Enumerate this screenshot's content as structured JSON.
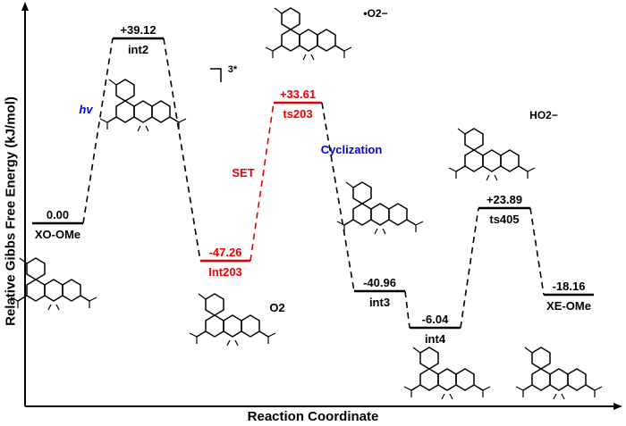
{
  "axes": {
    "y_label": "Relative Gibbs Free Energy (kJ/mol)",
    "x_label": "Reaction Coordinate"
  },
  "colors": {
    "ground": "#000000",
    "set_path": "#e00000",
    "annotation_blue": "#0000e0"
  },
  "levels": [
    {
      "name": "XO-OMe",
      "value": "0.00",
      "color": "#000000"
    },
    {
      "name": "int2",
      "value": "+39.12",
      "color": "#000000"
    },
    {
      "name": "Int203",
      "value": "-47.26",
      "color": "#e00000"
    },
    {
      "name": "ts203",
      "value": "+33.61",
      "color": "#e00000"
    },
    {
      "name": "int3",
      "value": "-40.96",
      "color": "#000000"
    },
    {
      "name": "int4",
      "value": "-6.04",
      "color": "#000000"
    },
    {
      "name": "ts405",
      "value": "+23.89",
      "color": "#000000"
    },
    {
      "name": "XE-OMe",
      "value": "-18.16",
      "color": "#000000"
    }
  ],
  "annotations": {
    "hv": "hv",
    "set": "SET",
    "cyclization": "Cyclization",
    "triplet": "3*",
    "o2": "O2",
    "superoxide": "•O2−",
    "hydroperoxide": "HO2−"
  }
}
